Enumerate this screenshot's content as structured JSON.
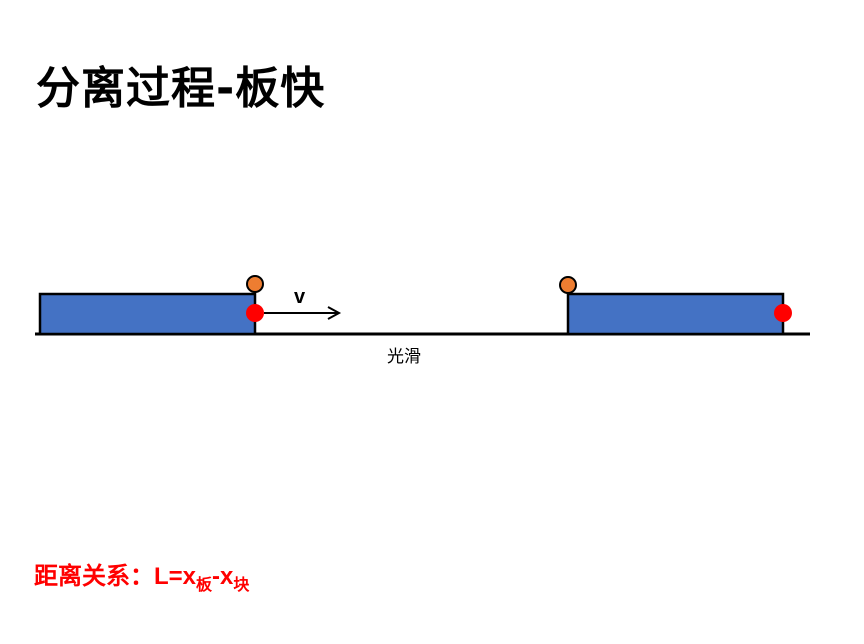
{
  "title": "分离过程-板快",
  "diagram": {
    "velocity_label": "v",
    "surface_label": "光滑",
    "colors": {
      "board": "#4472c4",
      "block_top": "#ed7d31",
      "marker": "#ff0000",
      "line": "#000000"
    }
  },
  "formula": {
    "label": "距离关系：",
    "lhs": "L=x",
    "sub1": "板",
    "minus": "-x",
    "sub2": "块"
  }
}
